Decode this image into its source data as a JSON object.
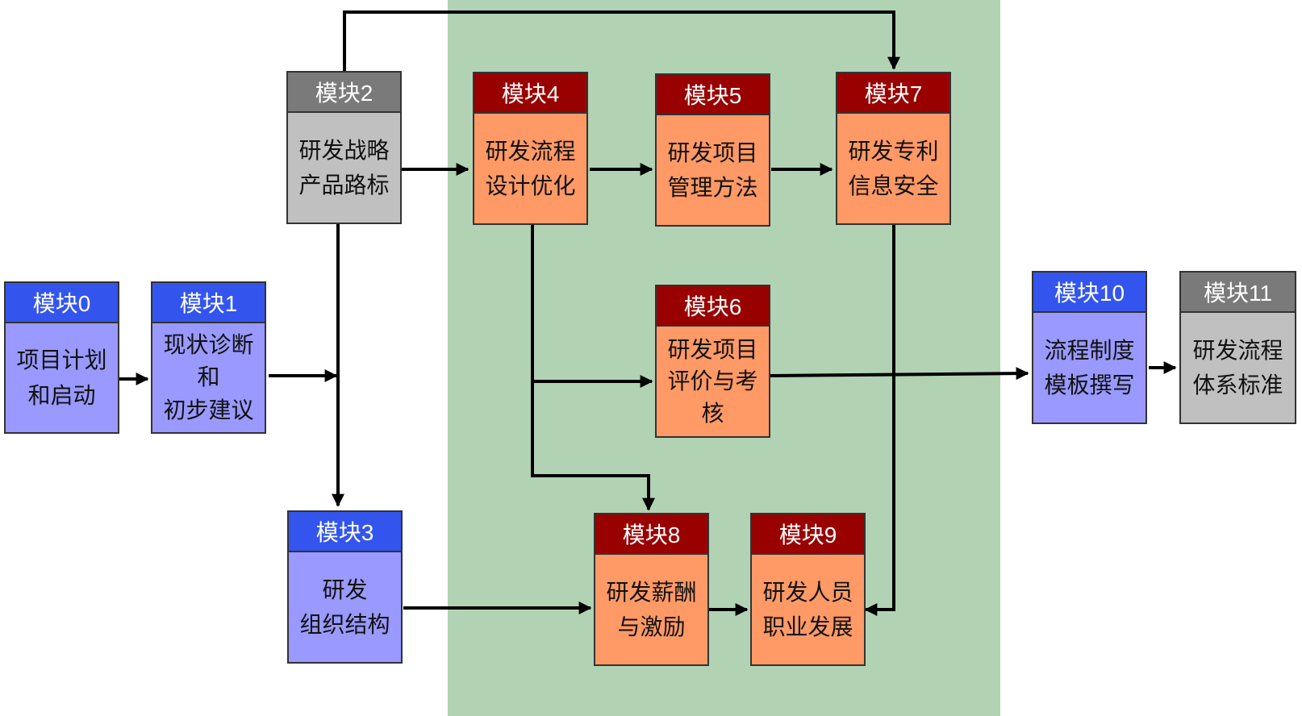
{
  "colors": {
    "panel": "#b2d2b4",
    "blue_header": "#3355ee",
    "blue_body": "#9999ff",
    "gray_header": "#7a7a7a",
    "gray_body": "#c0c0c0",
    "red_header": "#990000",
    "orange_body": "#ff9966",
    "arrow": "#000000"
  },
  "modules": {
    "m0": {
      "title": "模块0",
      "lines": [
        "项目计划",
        "和启动"
      ]
    },
    "m1": {
      "title": "模块1",
      "lines": [
        "现状诊断",
        "和",
        "初步建议"
      ]
    },
    "m2": {
      "title": "模块2",
      "lines": [
        "研发战略",
        "产品路标"
      ]
    },
    "m3": {
      "title": "模块3",
      "lines": [
        "研发",
        "组织结构"
      ]
    },
    "m4": {
      "title": "模块4",
      "lines": [
        "研发流程",
        "设计优化"
      ]
    },
    "m5": {
      "title": "模块5",
      "lines": [
        "研发项目",
        "管理方法"
      ]
    },
    "m6": {
      "title": "模块6",
      "lines": [
        "研发项目",
        "评价与考",
        "核"
      ]
    },
    "m7": {
      "title": "模块7",
      "lines": [
        "研发专利",
        "信息安全"
      ]
    },
    "m8": {
      "title": "模块8",
      "lines": [
        "研发薪酬",
        "与激励"
      ]
    },
    "m9": {
      "title": "模块9",
      "lines": [
        "研发人员",
        "职业发展"
      ]
    },
    "m10": {
      "title": "模块10",
      "lines": [
        "流程制度",
        "模板撰写"
      ]
    },
    "m11": {
      "title": "模块11",
      "lines": [
        "研发流程",
        "体系标准"
      ]
    }
  }
}
